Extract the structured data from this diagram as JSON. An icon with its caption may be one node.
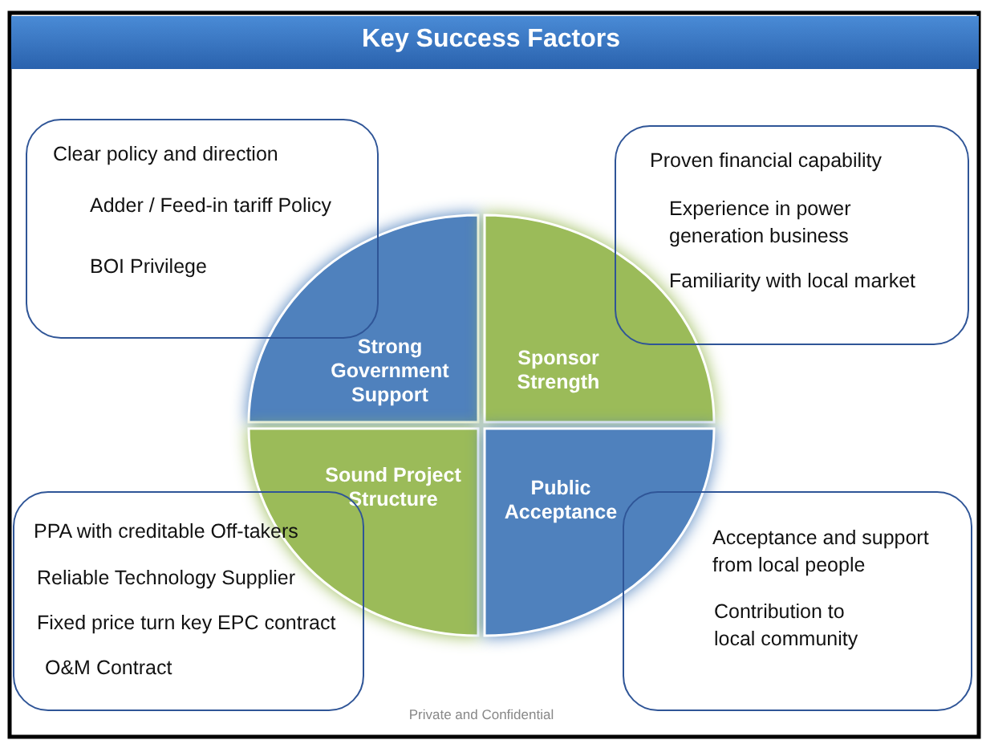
{
  "diagram": {
    "title": "Key Success Factors",
    "nodes": [
      {
        "text": [
          "Clear policy and direction",
          "Adder / Feed-in tariff Policy",
          "BOI Privilege"
        ]
      },
      {
        "text": [
          "Proven financial capability",
          "Experience in power generation business",
          "Familiarity with local market"
        ]
      },
      {
        "text": [
          "Strong Government Support"
        ]
      },
      {
        "text": [
          "Sponsor Strength"
        ]
      },
      {
        "text": [
          "Sound Project Structure"
        ]
      },
      {
        "text": [
          "Public Acceptance"
        ]
      },
      {
        "text": [
          "PPA with creditable Off-takers",
          "Reliable Technology Supplier",
          "Fixed price turn key EPC contract",
          "O&M Contract"
        ]
      },
      {
        "text": [
          "Acceptance and support from local people",
          "Contribution to local community"
        ]
      }
    ],
    "labels": [
      "Private and Confidential"
    ]
  }
}
